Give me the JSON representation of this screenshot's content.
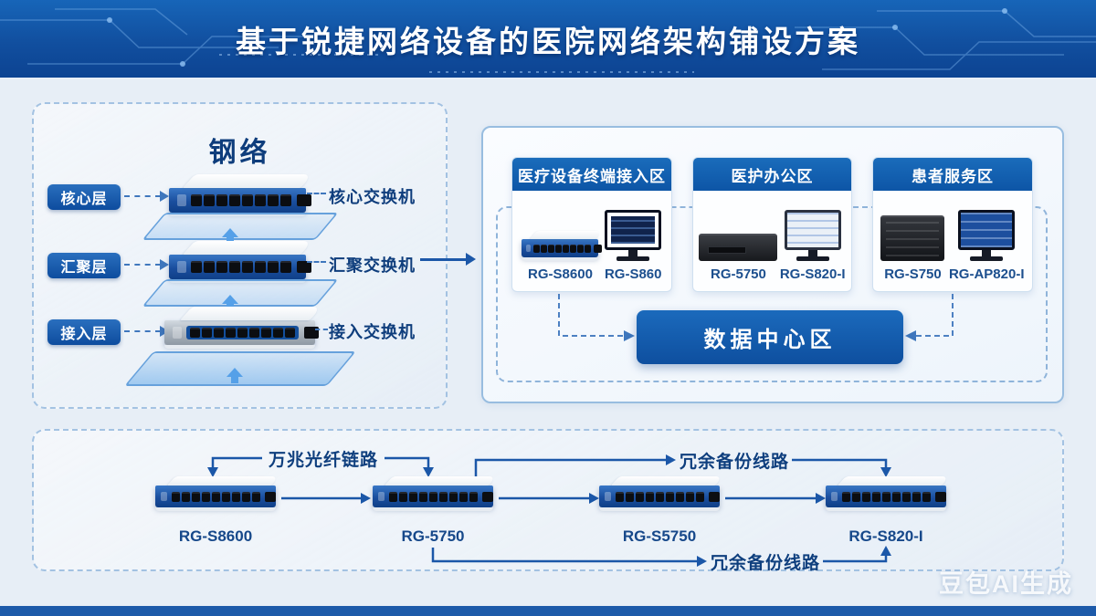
{
  "header": {
    "title": "基于锐捷网络设备的医院网络架构铺设方案"
  },
  "left_panel": {
    "title": "钢络",
    "layers": [
      {
        "badge": "核心层",
        "label": "核心交换机"
      },
      {
        "badge": "汇聚层",
        "label": "汇聚交换机"
      },
      {
        "badge": "接入层",
        "label": "接入交换机"
      }
    ]
  },
  "right_panel": {
    "zones": [
      {
        "title": "医疗设备终端接入区",
        "devices": [
          {
            "label": "RG-S8600"
          },
          {
            "label": "RG-S860"
          }
        ]
      },
      {
        "title": "医护办公区",
        "devices": [
          {
            "label": "RG-5750"
          },
          {
            "label": "RG-S820-I"
          }
        ]
      },
      {
        "title": "患者服务区",
        "devices": [
          {
            "label": "RG-S750"
          },
          {
            "label": "RG-AP820-I"
          }
        ]
      }
    ],
    "data_center_label": "数据中心区"
  },
  "flow": {
    "fiber_label": "万兆光纤链路",
    "redundant_top_label": "冗余备份线路",
    "redundant_bottom_label": "冗余备份线路",
    "nodes": [
      {
        "label": "RG-S8600"
      },
      {
        "label": "RG-5750"
      },
      {
        "label": "RG-S5750"
      },
      {
        "label": "RG-S820-I"
      }
    ]
  },
  "watermark": {
    "text": "豆包AI生成"
  },
  "colors": {
    "header_blue": "#0c4392",
    "accent_blue": "#0d55a6",
    "line_blue": "#1b57a8",
    "navy_text": "#0e3d7c",
    "panel_border": "#a3c2e2"
  }
}
